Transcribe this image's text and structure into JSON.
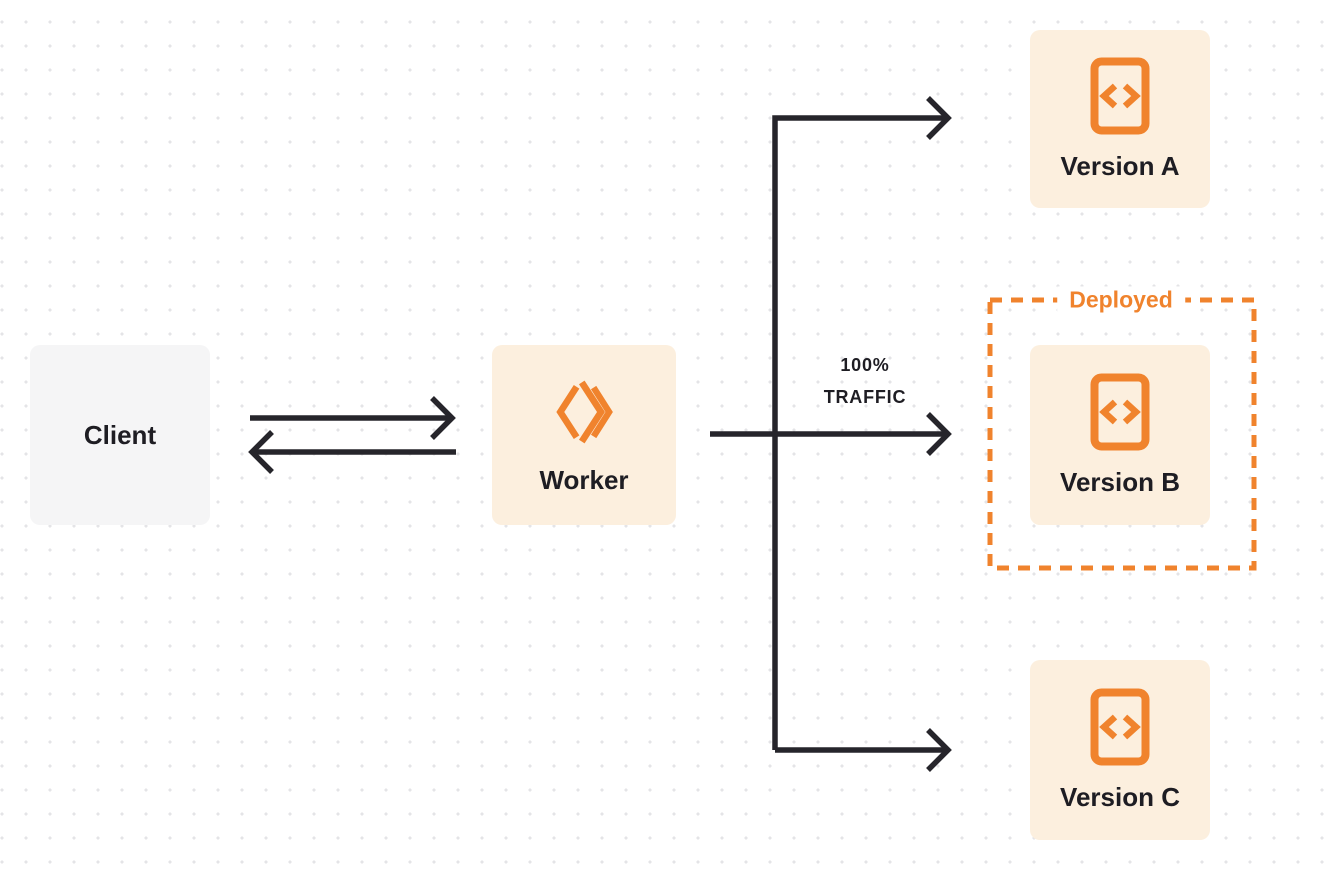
{
  "nodes": {
    "client": {
      "label": "Client"
    },
    "worker": {
      "label": "Worker"
    },
    "version_a": {
      "label": "Version A"
    },
    "version_b": {
      "label": "Version B"
    },
    "version_c": {
      "label": "Version C"
    }
  },
  "deployed_badge": {
    "label": "Deployed"
  },
  "traffic_label": {
    "line1": "100%",
    "line2": "TRAFFIC"
  },
  "colors": {
    "accent-orange": "#F0832D",
    "card-peach": "#FCEFDE",
    "card-gray": "#F5F5F6",
    "arrow-dark": "#26252B",
    "text-dark": "#1E1D23",
    "grid-dot": "#E4E4E7",
    "background": "#FFFFFF"
  }
}
